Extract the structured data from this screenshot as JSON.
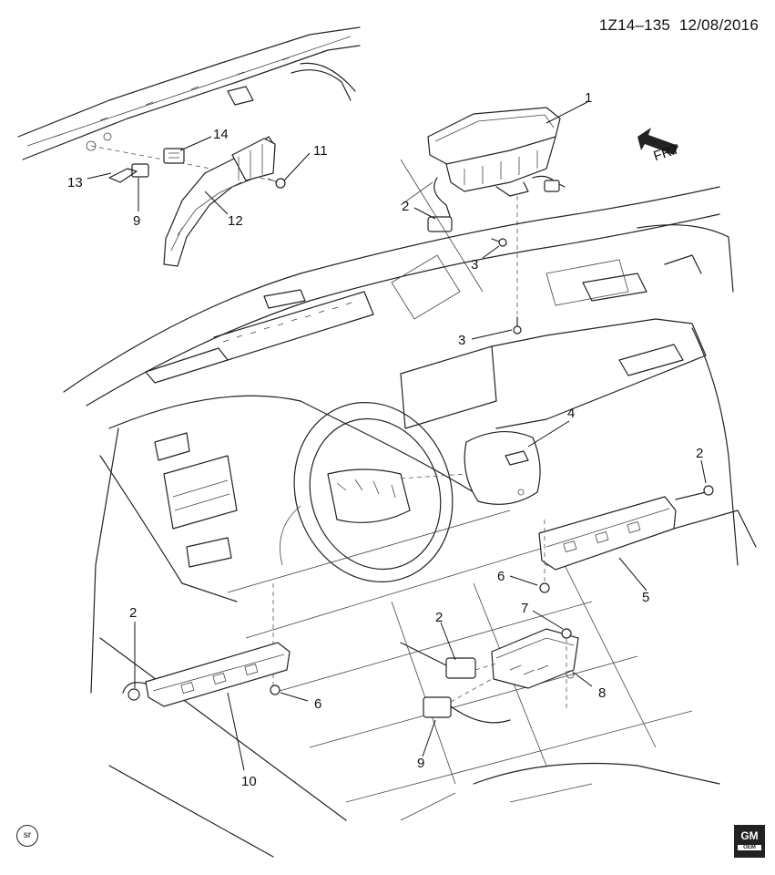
{
  "header": {
    "ref": "1Z14–135",
    "date": "12/08/2016"
  },
  "direction": "FRT",
  "callouts": [
    "1",
    "2",
    "3",
    "4",
    "5",
    "6",
    "7",
    "8",
    "9",
    "10",
    "11",
    "12",
    "13",
    "14"
  ],
  "marks": {
    "sr": "sr",
    "gm": "GM",
    "gm_sub": "OEM"
  }
}
